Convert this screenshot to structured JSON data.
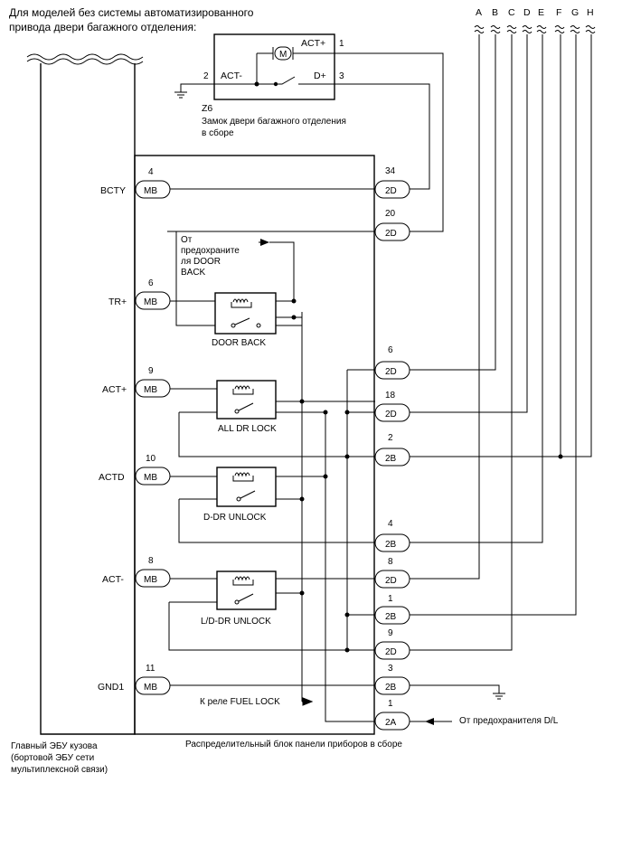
{
  "header": {
    "line1": "Для моделей без системы автоматизированного",
    "line2": "привода двери багажного отделения:"
  },
  "wire_letters": [
    "A",
    "B",
    "C",
    "D",
    "E",
    "F",
    "G",
    "H"
  ],
  "door_lock": {
    "code": "Z6",
    "name_line1": "Замок двери багажного отделения",
    "name_line2": "в сборе",
    "act_plus": "ACT+",
    "act_minus": "ACT-",
    "d_plus": "D+",
    "motor_symbol": "M",
    "pin_act_plus": "1",
    "pin_act_minus": "2",
    "pin_d_plus": "3"
  },
  "ecu": {
    "line1": "Главный ЭБУ кузова",
    "line2": "(бортовой ЭБУ сети",
    "line3": "мультиплексной связи)"
  },
  "junction_block": {
    "name": "Распределительный блок панели приборов в сборе"
  },
  "signals": [
    {
      "label": "BCTY",
      "pin": "4",
      "connector": "MB"
    },
    {
      "label": "TR+",
      "pin": "6",
      "connector": "MB"
    },
    {
      "label": "ACT+",
      "pin": "9",
      "connector": "MB"
    },
    {
      "label": "ACTD",
      "pin": "10",
      "connector": "MB"
    },
    {
      "label": "ACT-",
      "pin": "8",
      "connector": "MB"
    },
    {
      "label": "GND1",
      "pin": "11",
      "connector": "MB"
    }
  ],
  "right_connectors": [
    {
      "pin": "34",
      "connector": "2D"
    },
    {
      "pin": "20",
      "connector": "2D"
    },
    {
      "pin": "6",
      "connector": "2D"
    },
    {
      "pin": "18",
      "connector": "2D"
    },
    {
      "pin": "2",
      "connector": "2B"
    },
    {
      "pin": "4",
      "connector": "2B"
    },
    {
      "pin": "8",
      "connector": "2D"
    },
    {
      "pin": "1",
      "connector": "2B"
    },
    {
      "pin": "9",
      "connector": "2D"
    },
    {
      "pin": "3",
      "connector": "2B"
    },
    {
      "pin": "1",
      "connector": "2A"
    }
  ],
  "relays": [
    {
      "name": "DOOR BACK"
    },
    {
      "name": "ALL DR LOCK"
    },
    {
      "name": "D-DR UNLOCK"
    },
    {
      "name": "L/D-DR UNLOCK"
    }
  ],
  "notes": {
    "from_fuse_line1": "От",
    "from_fuse_line2": "предохрани­те",
    "from_fuse_line3": "ля DOOR",
    "from_fuse_line4": "BACK",
    "to_fuel_lock": "К реле FUEL LOCK",
    "from_dl_fuse": "От предохранителя D/L"
  }
}
